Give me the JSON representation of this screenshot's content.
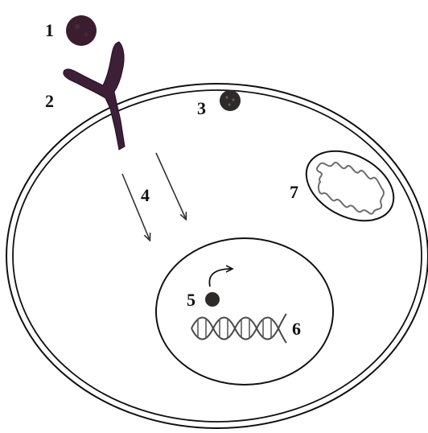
{
  "labels": {
    "ligand": "1",
    "receptor": "2",
    "membrane_particle": "3",
    "signal_arrows": "4",
    "nuclear_factor": "5",
    "dna": "6",
    "mitochondrion": "7"
  },
  "colors": {
    "outline": "#111111",
    "receptor": "#3d2038",
    "ligand": "#3a1d2e",
    "particle": "#2f2a2a",
    "dna": "#4a4a4a",
    "mito_inner": "#6e6e6e",
    "arrow": "#333333"
  }
}
